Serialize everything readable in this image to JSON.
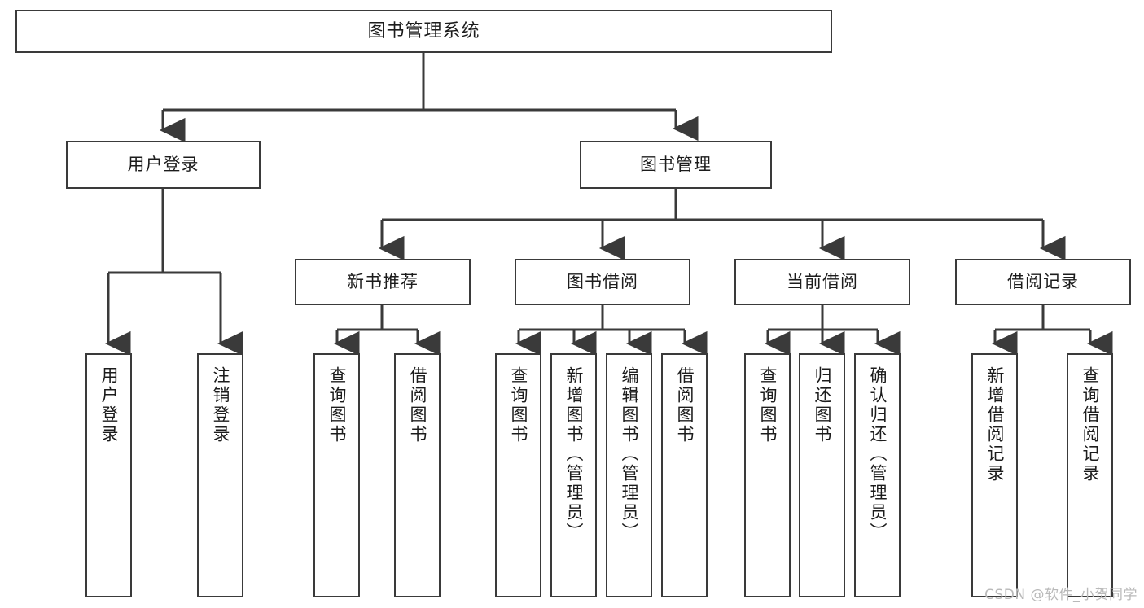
{
  "diagram": {
    "title": "图书管理系统",
    "watermark": "CSDN @软件_小贺同学",
    "line_color": "#3a3a3a",
    "box_fill": "#ffffff",
    "text_color": "#1c1c1c",
    "nodes": {
      "root": {
        "label": "图书管理系统"
      },
      "level2": [
        {
          "label": "用户登录"
        },
        {
          "label": "图书管理"
        }
      ],
      "level3": [
        {
          "label": "新书推荐"
        },
        {
          "label": "图书借阅"
        },
        {
          "label": "当前借阅"
        },
        {
          "label": "借阅记录"
        }
      ],
      "leaves": {
        "user_login": [
          {
            "label": "用户登录"
          },
          {
            "label": "注销登录"
          }
        ],
        "new_book_recommend": [
          {
            "label": "查询图书"
          },
          {
            "label": "借阅图书"
          }
        ],
        "book_borrow": [
          {
            "label": "查询图书"
          },
          {
            "label": "新增图书（管理员）"
          },
          {
            "label": "编辑图书（管理员）"
          },
          {
            "label": "借阅图书"
          }
        ],
        "current_borrow": [
          {
            "label": "查询图书"
          },
          {
            "label": "归还图书"
          },
          {
            "label": "确认归还（管理员）"
          }
        ],
        "borrow_record": [
          {
            "label": "新增借阅记录"
          },
          {
            "label": "查询借阅记录"
          }
        ]
      }
    }
  }
}
